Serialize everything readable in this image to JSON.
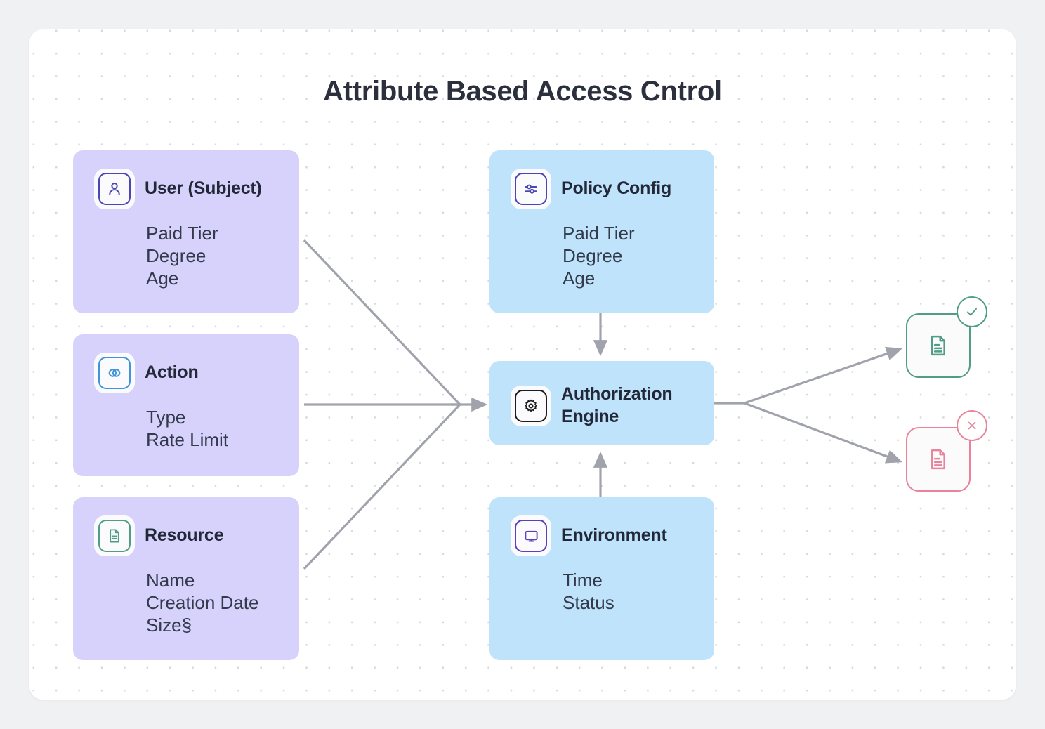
{
  "title": "Attribute Based Access Cntrol",
  "colors": {
    "purple_card": "#d6d2fb",
    "blue_card": "#bfe3fa",
    "indigo_accent": "#4a46b5",
    "blue_accent": "#3f95d6",
    "green_accent": "#4f9d85",
    "black_accent": "#1c1c1c",
    "purple_accent": "#5b3fbd",
    "approved": "#4f9d85",
    "denied": "#e9839b",
    "connector": "#a0a3ab",
    "text": "#2b303c"
  },
  "cards": {
    "user": {
      "title": "User (Subject)",
      "icon": "person-icon",
      "attributes": [
        "Paid Tier",
        "Degree",
        "Age"
      ]
    },
    "action": {
      "title": "Action",
      "icon": "overlapping-circles-icon",
      "attributes": [
        "Type",
        "Rate Limit"
      ]
    },
    "resource": {
      "title": "Resource",
      "icon": "document-icon",
      "attributes": [
        "Name",
        "Creation Date",
        "Size§"
      ]
    },
    "policy_config": {
      "title": "Policy Config",
      "icon": "sliders-icon",
      "attributes": [
        "Paid Tier",
        "Degree",
        "Age"
      ]
    },
    "authorization_engine": {
      "title_line1": "Authorization",
      "title_line2": "Engine",
      "icon": "gear-icon",
      "attributes": []
    },
    "environment": {
      "title": "Environment",
      "icon": "monitor-icon",
      "attributes": [
        "Time",
        "Status"
      ]
    }
  },
  "results": {
    "approved": {
      "icon": "document-icon",
      "badge": "check-circle-icon"
    },
    "denied": {
      "icon": "document-icon",
      "badge": "x-circle-icon"
    }
  },
  "connections": [
    {
      "from": "user",
      "to": "authorization_engine"
    },
    {
      "from": "action",
      "to": "authorization_engine"
    },
    {
      "from": "resource",
      "to": "authorization_engine"
    },
    {
      "from": "policy_config",
      "to": "authorization_engine"
    },
    {
      "from": "environment",
      "to": "authorization_engine"
    },
    {
      "from": "authorization_engine",
      "to": "approved"
    },
    {
      "from": "authorization_engine",
      "to": "denied"
    }
  ]
}
